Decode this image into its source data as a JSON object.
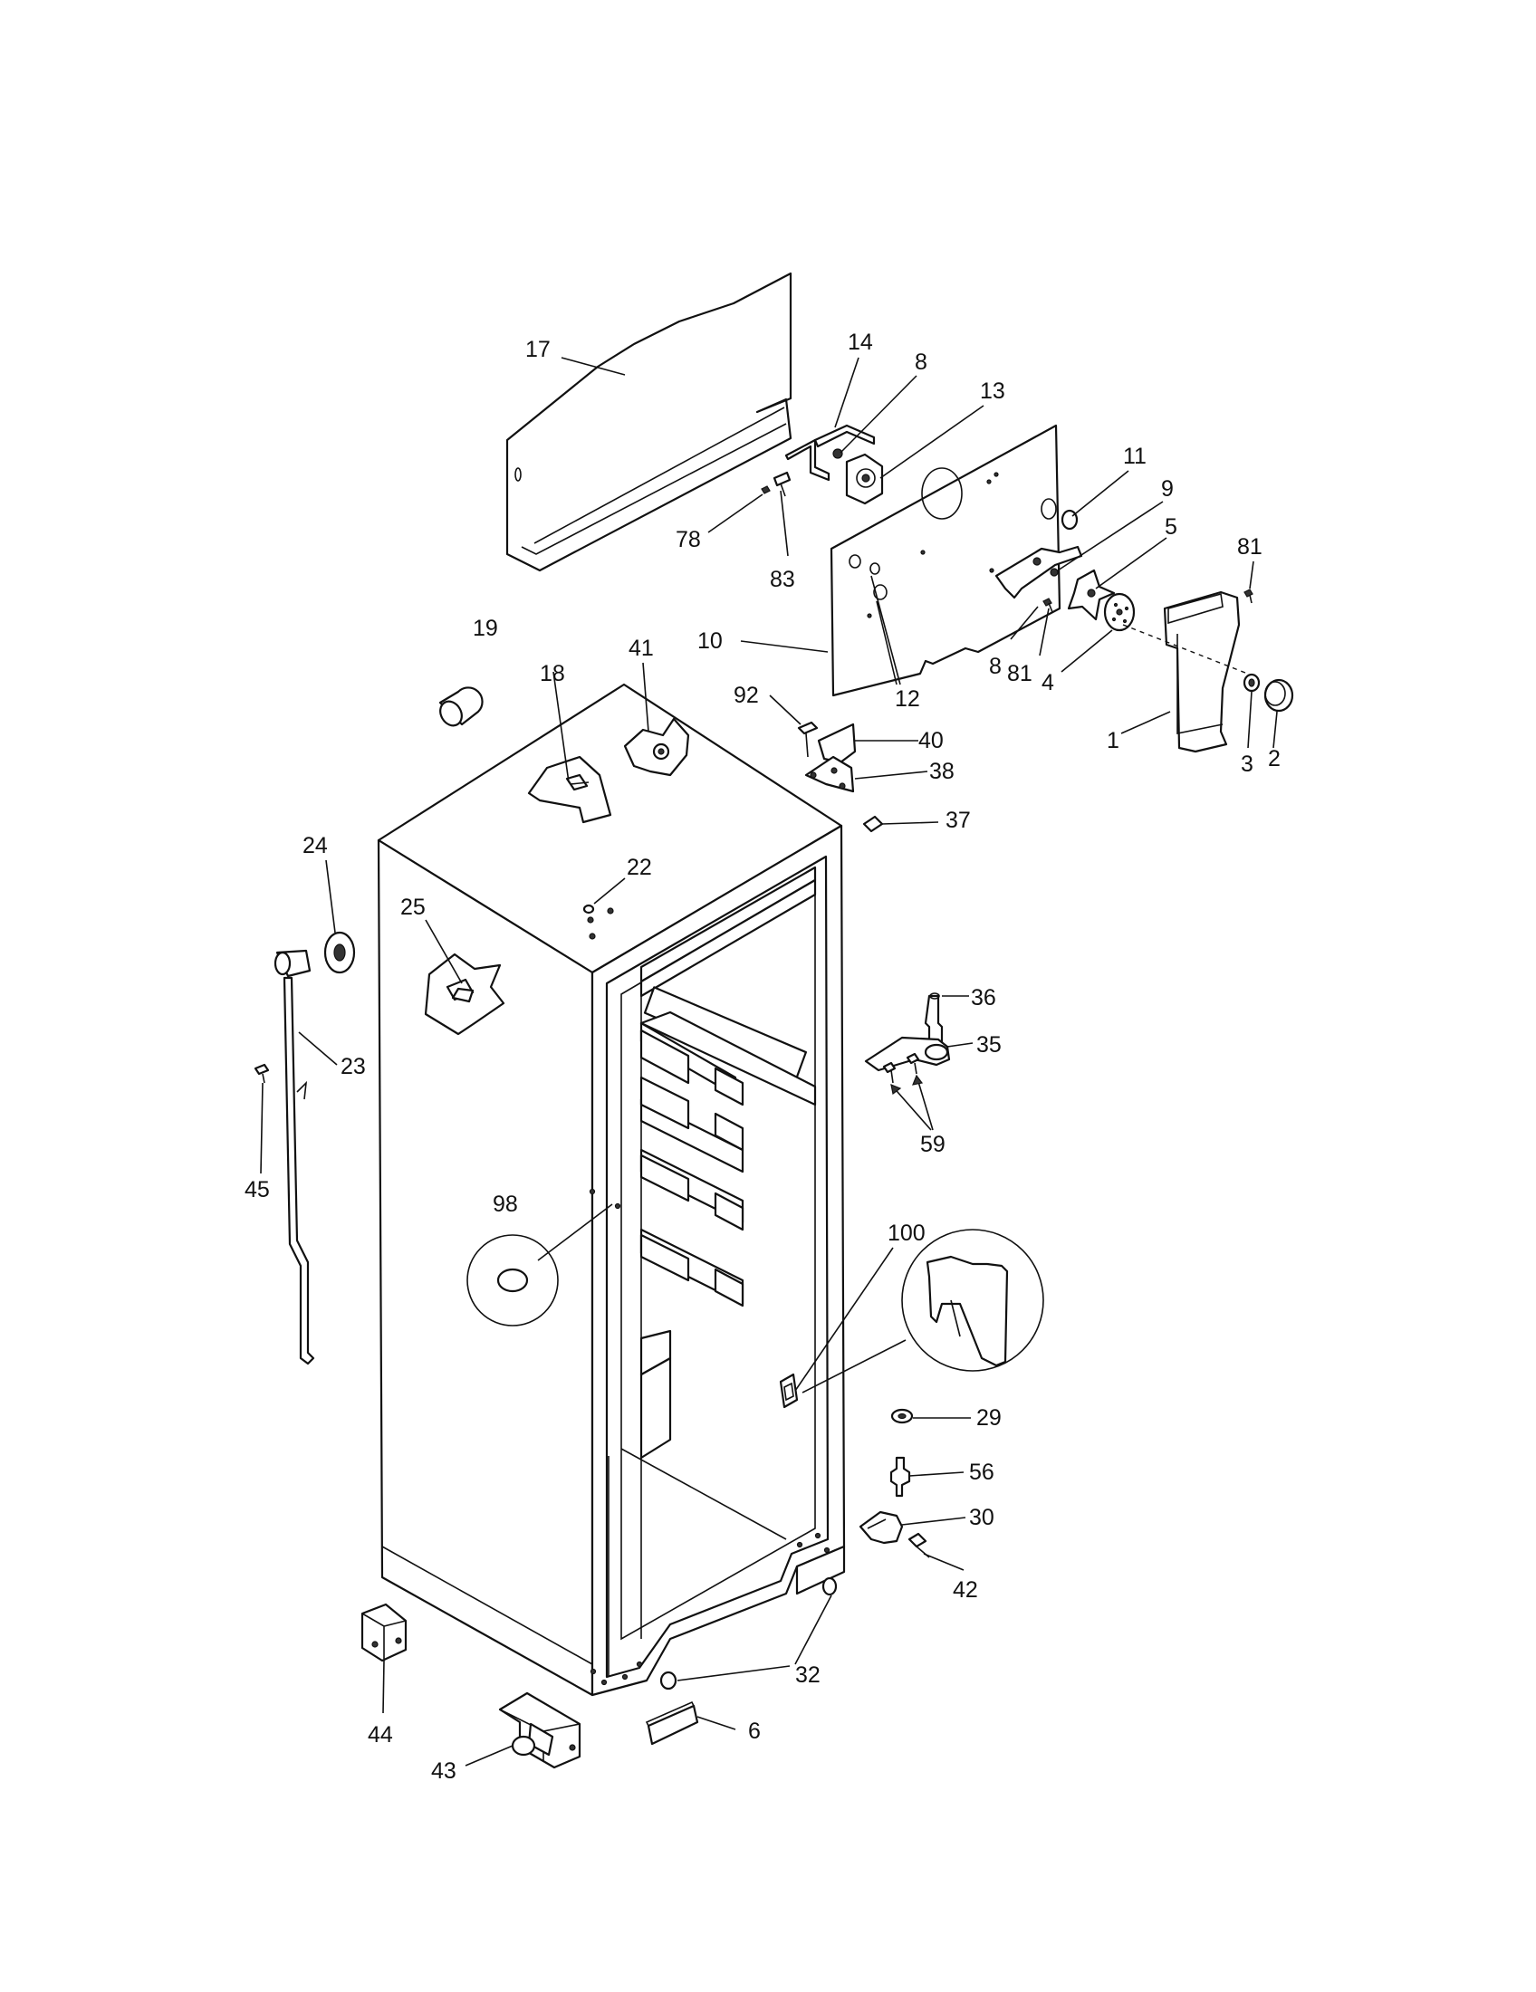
{
  "diagram": {
    "callouts": [
      {
        "id": "c17",
        "label": "17"
      },
      {
        "id": "c14",
        "label": "14"
      },
      {
        "id": "c8a",
        "label": "8"
      },
      {
        "id": "c13",
        "label": "13"
      },
      {
        "id": "c11",
        "label": "11"
      },
      {
        "id": "c9",
        "label": "9"
      },
      {
        "id": "c5",
        "label": "5"
      },
      {
        "id": "c81a",
        "label": "81"
      },
      {
        "id": "c78",
        "label": "78"
      },
      {
        "id": "c83",
        "label": "83"
      },
      {
        "id": "c10",
        "label": "10"
      },
      {
        "id": "c12",
        "label": "12"
      },
      {
        "id": "c8b",
        "label": "8"
      },
      {
        "id": "c81b",
        "label": "81"
      },
      {
        "id": "c4",
        "label": "4"
      },
      {
        "id": "c1",
        "label": "1"
      },
      {
        "id": "c3",
        "label": "3"
      },
      {
        "id": "c2",
        "label": "2"
      },
      {
        "id": "c19",
        "label": "19"
      },
      {
        "id": "c18",
        "label": "18"
      },
      {
        "id": "c41",
        "label": "41"
      },
      {
        "id": "c92",
        "label": "92"
      },
      {
        "id": "c40",
        "label": "40"
      },
      {
        "id": "c38",
        "label": "38"
      },
      {
        "id": "c37",
        "label": "37"
      },
      {
        "id": "c24",
        "label": "24"
      },
      {
        "id": "c22",
        "label": "22"
      },
      {
        "id": "c25",
        "label": "25"
      },
      {
        "id": "c36",
        "label": "36"
      },
      {
        "id": "c35",
        "label": "35"
      },
      {
        "id": "c23",
        "label": "23"
      },
      {
        "id": "c59",
        "label": "59"
      },
      {
        "id": "c45",
        "label": "45"
      },
      {
        "id": "c98",
        "label": "98"
      },
      {
        "id": "c100",
        "label": "100"
      },
      {
        "id": "c29",
        "label": "29"
      },
      {
        "id": "c56",
        "label": "56"
      },
      {
        "id": "c30",
        "label": "30"
      },
      {
        "id": "c42",
        "label": "42"
      },
      {
        "id": "c32",
        "label": "32"
      },
      {
        "id": "c44",
        "label": "44"
      },
      {
        "id": "c6",
        "label": "6"
      },
      {
        "id": "c43",
        "label": "43"
      }
    ]
  }
}
